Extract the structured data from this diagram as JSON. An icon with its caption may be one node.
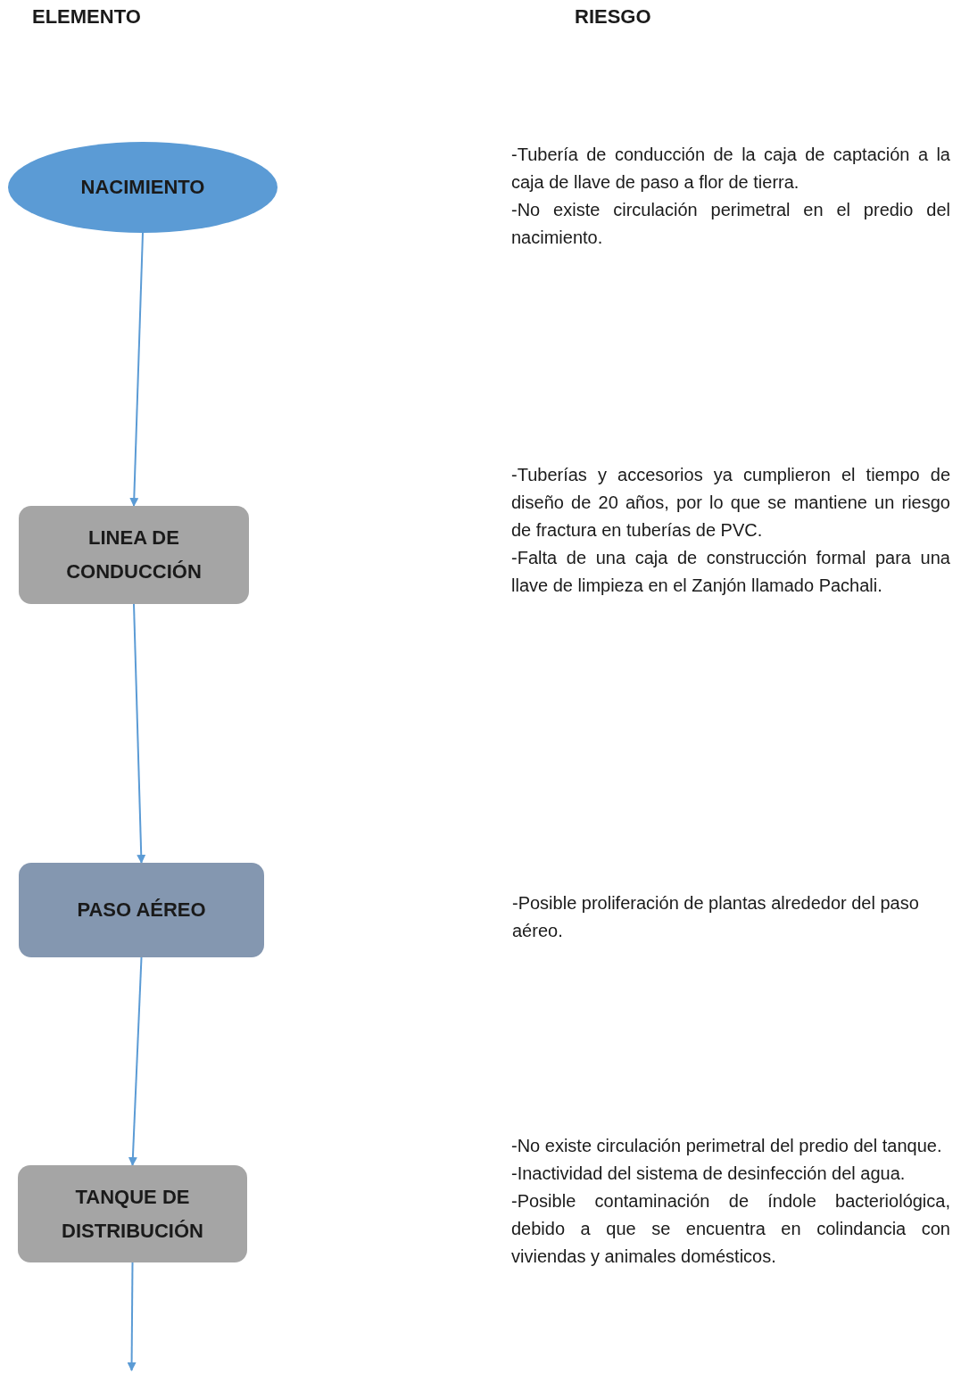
{
  "diagram": {
    "nodes": [
      {
        "text": [
          "NACIMIENTO"
        ]
      },
      {
        "text": [
          "LINEA DE CONDUCCIÓN"
        ]
      },
      {
        "text": [
          "PASO AÉREO"
        ]
      },
      {
        "text": [
          "TANQUE DE DISTRIBUCIÓN"
        ]
      }
    ],
    "edges": [
      {
        "from": 0,
        "to": 1,
        "arrow": "to"
      },
      {
        "from": 1,
        "to": 2,
        "arrow": "to"
      },
      {
        "from": 2,
        "to": 3,
        "arrow": "to"
      },
      {
        "from": 3,
        "to": null,
        "arrow": "to"
      }
    ],
    "labels": [
      "ELEMENTO",
      "RIESGO",
      "-Tubería de conducción de la caja de captación a la caja de llave de paso a flor de tierra.",
      "-No existe circulación perimetral en el predio del nacimiento.",
      "-Tuberías y accesorios ya cumplieron el tiempo de diseño de 20 años, por lo que se mantiene un riesgo de fractura en tuberías de PVC.",
      "-Falta de una caja de construcción formal para una llave de limpieza en el Zanjón llamado Pachali.",
      "-Posible proliferación de plantas alrededor del paso aéreo.",
      "-No existe circulación perimetral del predio del tanque.",
      "-Inactividad del sistema de desinfección del agua.",
      "-Posible contaminación de índole bacteriológica, debido a que se encuentra en colindancia con viviendas y animales domésticos."
    ]
  }
}
